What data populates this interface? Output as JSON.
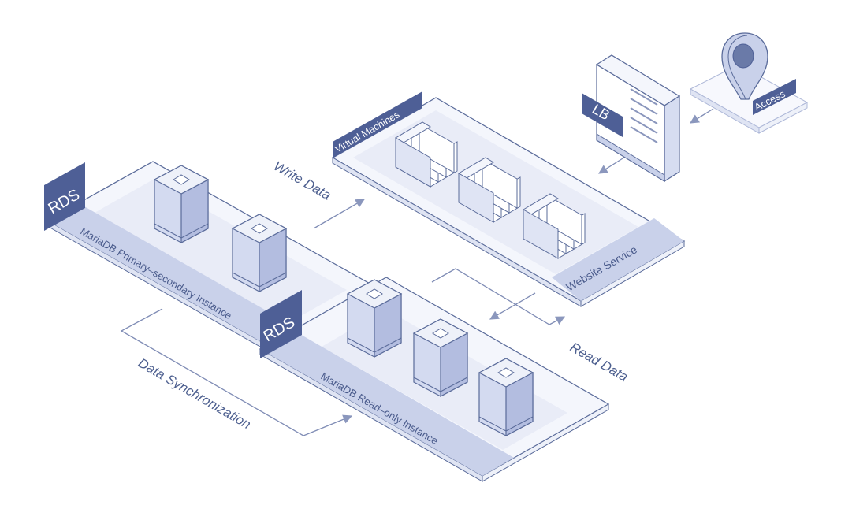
{
  "colors": {
    "outline": "#5a6b9a",
    "tag": "#4e5f96",
    "band": "#c9d1ea",
    "panel_fill": "#f4f6fc",
    "inner_fill": "#e6eaf6",
    "cyl_light": "#d3daf0",
    "cyl_dark": "#b3bde0",
    "card_face": "#dfe4f4"
  },
  "tags": {
    "rds_primary": "RDS",
    "rds_readonly": "RDS",
    "virtual_machines": "Virtual Machines",
    "lb": "LB",
    "access": "Access"
  },
  "bands": {
    "primary_instance": "MariaDB Primary–secondary Instance",
    "readonly_instance": "MariaDB Read–only Instance",
    "website_service": "Website Service"
  },
  "flows": {
    "write_data": "Write Data",
    "read_data": "Read Data",
    "data_sync": "Data Synchronization"
  },
  "icons": {
    "location": "map-pin-icon",
    "load_balancer": "load-balancer-icon",
    "database": "database-icon",
    "server": "server-stack-icon"
  }
}
